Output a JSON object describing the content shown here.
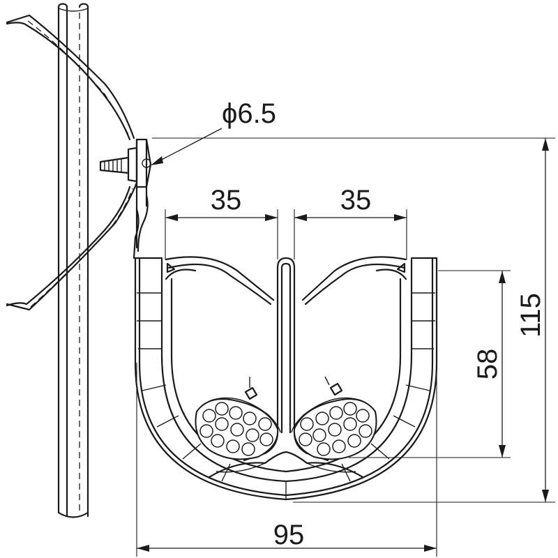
{
  "dimensions": {
    "hole_diameter": "ϕ6.5",
    "width_left": "35",
    "width_right": "35",
    "inner_height": "58",
    "total_height": "115",
    "total_width": "95"
  }
}
